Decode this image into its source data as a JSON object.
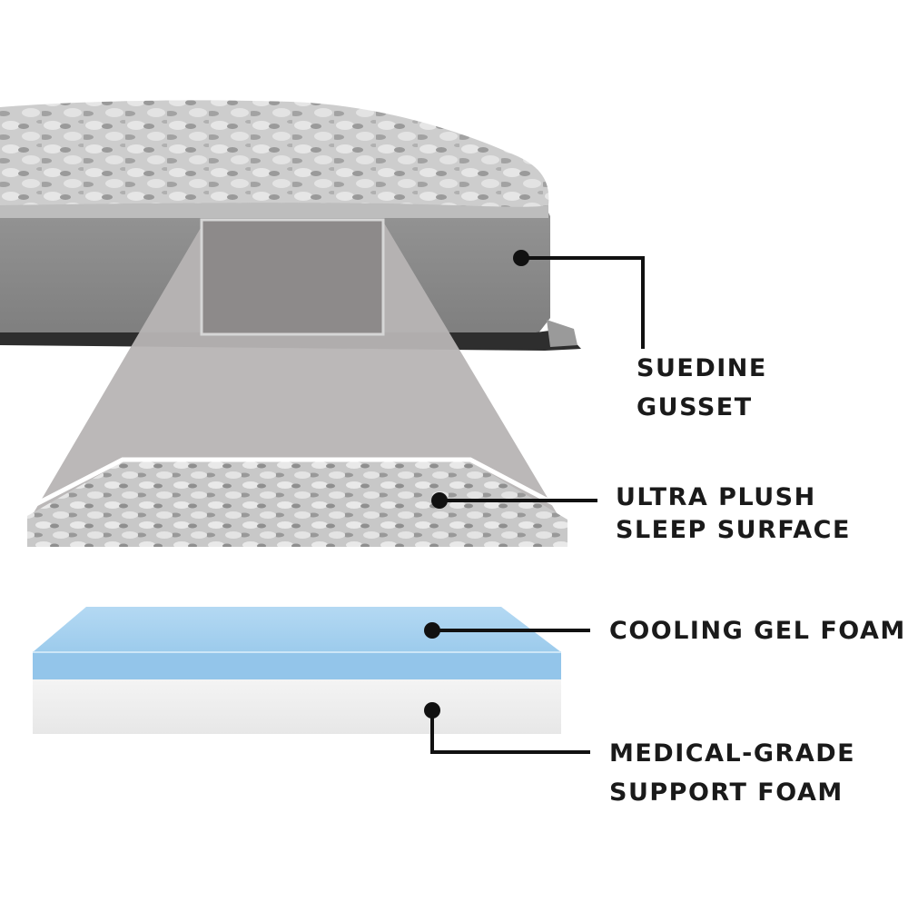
{
  "labels": {
    "suedine_gusset": [
      "SUEDINE",
      "GUSSET"
    ],
    "ultra_plush": [
      "ULTRA PLUSH",
      "SLEEP SURFACE"
    ],
    "cooling_gel": [
      "COOLING GEL FOAM"
    ],
    "support_foam": [
      "MEDICAL-GRADE",
      "SUPPORT FOAM"
    ]
  },
  "colors": {
    "gusset": "#8a8a8a",
    "plush_light": "#cfcfcf",
    "plush_dark": "#8e8e8e",
    "zoom_panel": "#b6b3b3",
    "gel_top": "#a9d2f0",
    "gel_side": "#8cc2ea",
    "support_foam": "#f2f2f2",
    "leader_line": "#111111"
  }
}
